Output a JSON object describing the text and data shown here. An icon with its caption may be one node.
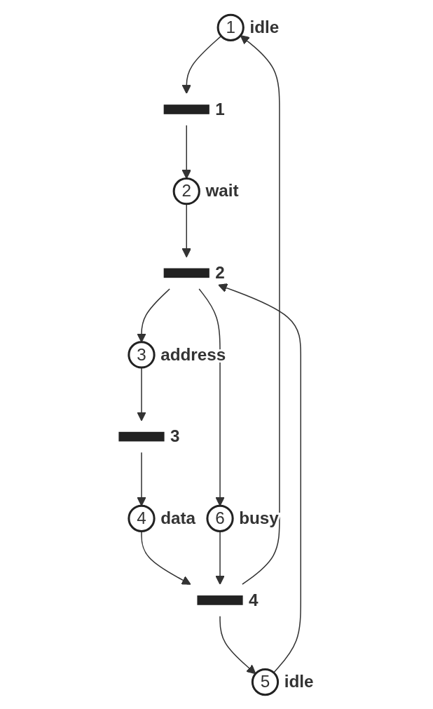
{
  "diagram": {
    "nodes": [
      {
        "text": [
          "1"
        ],
        "beside": [
          "idle"
        ]
      },
      {
        "text": [],
        "shape": "bar",
        "beside": [
          "1"
        ]
      },
      {
        "text": [
          "2"
        ],
        "beside": [
          "wait"
        ]
      },
      {
        "text": [
          "5"
        ],
        "beside": [
          "idle"
        ]
      },
      {
        "text": [],
        "shape": "bar",
        "beside": [
          "2"
        ]
      },
      {
        "text": [
          "3"
        ],
        "beside": [
          "address"
        ]
      },
      {
        "text": [],
        "shape": "bar",
        "beside": [
          "3"
        ]
      },
      {
        "text": [
          "4"
        ],
        "beside": [
          "data"
        ]
      },
      {
        "text": [
          "6"
        ],
        "beside": [
          "busy"
        ]
      },
      {
        "text": [],
        "shape": "bar",
        "beside": [
          "4"
        ]
      }
    ],
    "edges": [
      {
        "from": 0,
        "to": 1,
        "arrow": "to"
      },
      {
        "from": 1,
        "to": 2,
        "arrow": "to"
      },
      {
        "from": 2,
        "to": 4,
        "arrow": "to"
      },
      {
        "from": 3,
        "to": 4,
        "arrow": "to"
      },
      {
        "from": 4,
        "to": 5,
        "arrow": "to"
      },
      {
        "from": 4,
        "to": 8,
        "arrow": "to"
      },
      {
        "from": 5,
        "to": 6,
        "arrow": "to"
      },
      {
        "from": 6,
        "to": 7,
        "arrow": "to"
      },
      {
        "from": 7,
        "to": 9,
        "arrow": "to"
      },
      {
        "from": 8,
        "to": 9,
        "arrow": "to"
      },
      {
        "from": 9,
        "to": 0,
        "arrow": "to"
      },
      {
        "from": 9,
        "to": 3,
        "arrow": "to"
      }
    ]
  }
}
